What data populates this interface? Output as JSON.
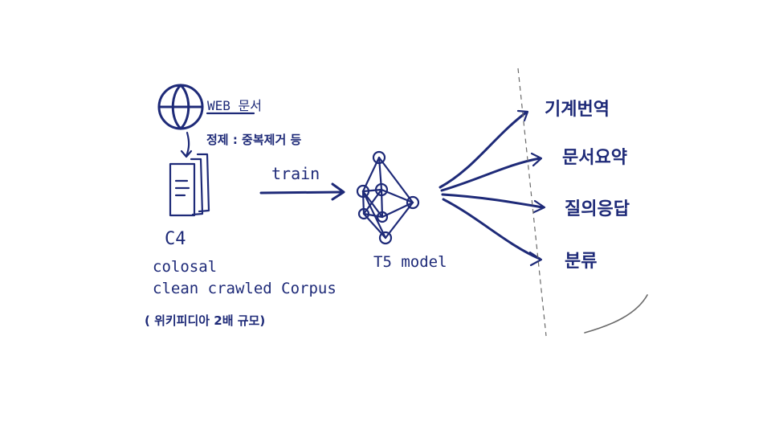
{
  "source": {
    "web_label": "WEB 문서",
    "refine_label": "정제 : 중복제거 등"
  },
  "dataset": {
    "name": "C4",
    "line1": "colosal",
    "line2": "clean crawled Corpus",
    "line3": "( 위키피디아 2배 규모)"
  },
  "train_label": "train",
  "model_label": "T5 model",
  "tasks": [
    "기계번역",
    "문서요약",
    "질의응답",
    "분류"
  ],
  "colors": {
    "ink": "#1e2a78",
    "pencil": "#6a6a6a"
  }
}
